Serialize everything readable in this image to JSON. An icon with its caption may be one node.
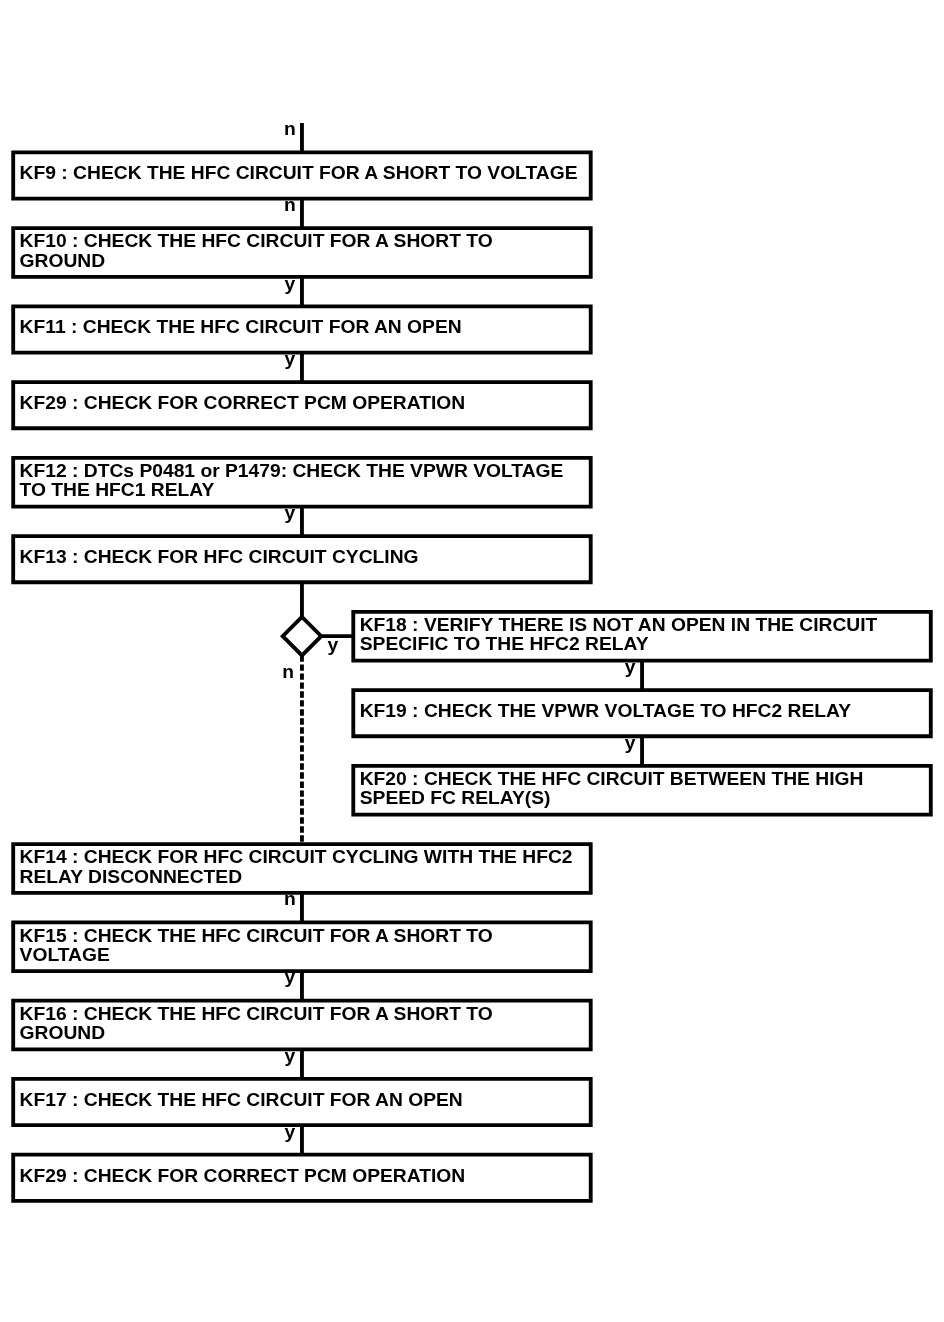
{
  "diagram": {
    "nodes": [
      {
        "text": [
          "KF9 : CHECK THE HFC CIRCUIT FOR A SHORT TO VOLTAGE"
        ]
      },
      {
        "text": [
          "KF10 : CHECK THE HFC CIRCUIT FOR A SHORT TO GROUND"
        ]
      },
      {
        "text": [
          "KF11 : CHECK THE HFC CIRCUIT FOR AN OPEN"
        ]
      },
      {
        "text": [
          "KF29 : CHECK FOR CORRECT PCM OPERATION"
        ]
      },
      {
        "text": [
          "KF12 : DTCs P0481 or P1479: CHECK THE VPWR VOLTAGE TO THE HFC1 RELAY"
        ]
      },
      {
        "text": [
          "KF13 : CHECK FOR HFC CIRCUIT CYCLING"
        ]
      },
      {
        "text": [],
        "shape": "diamond"
      },
      {
        "text": [
          "KF18 : VERIFY THERE IS NOT AN OPEN IN THE CIRCUIT SPECIFIC TO THE HFC2 RELAY"
        ]
      },
      {
        "text": [
          "KF19 : CHECK THE VPWR VOLTAGE TO HFC2 RELAY"
        ]
      },
      {
        "text": [
          "KF20 : CHECK THE HFC CIRCUIT BETWEEN THE HIGH SPEED FC RELAY(S)"
        ]
      },
      {
        "text": [
          "KF14 : CHECK FOR HFC CIRCUIT CYCLING WITH THE HFC2 RELAY DISCONNECTED"
        ]
      },
      {
        "text": [
          "KF15 : CHECK THE HFC CIRCUIT FOR A SHORT TO VOLTAGE"
        ]
      },
      {
        "text": [
          "KF16 : CHECK THE HFC CIRCUIT FOR A SHORT TO GROUND"
        ]
      },
      {
        "text": [
          "KF17 : CHECK THE HFC CIRCUIT FOR AN OPEN"
        ]
      },
      {
        "text": [
          "KF29 : CHECK FOR CORRECT PCM OPERATION"
        ]
      }
    ],
    "edges": [
      {
        "from": null,
        "to": 0,
        "arrow": "none",
        "label": "n"
      },
      {
        "from": 0,
        "to": 1,
        "arrow": "none",
        "label": "n"
      },
      {
        "from": 1,
        "to": 2,
        "arrow": "none",
        "label": "y"
      },
      {
        "from": 2,
        "to": 3,
        "arrow": "none",
        "label": "y"
      },
      {
        "from": 4,
        "to": 5,
        "arrow": "none",
        "label": "y"
      },
      {
        "from": 5,
        "to": 6,
        "arrow": "none"
      },
      {
        "from": 6,
        "to": 7,
        "arrow": "none",
        "label": "y"
      },
      {
        "from": 6,
        "to": 10,
        "arrow": "none",
        "label": "n",
        "style": "dashed"
      },
      {
        "from": 7,
        "to": 8,
        "arrow": "none",
        "label": "y"
      },
      {
        "from": 8,
        "to": 9,
        "arrow": "none",
        "label": "y"
      },
      {
        "from": 10,
        "to": 11,
        "arrow": "none",
        "label": "n"
      },
      {
        "from": 11,
        "to": 12,
        "arrow": "none",
        "label": "y"
      },
      {
        "from": 12,
        "to": 13,
        "arrow": "none",
        "label": "y"
      },
      {
        "from": 13,
        "to": 14,
        "arrow": "none",
        "label": "y"
      }
    ]
  }
}
